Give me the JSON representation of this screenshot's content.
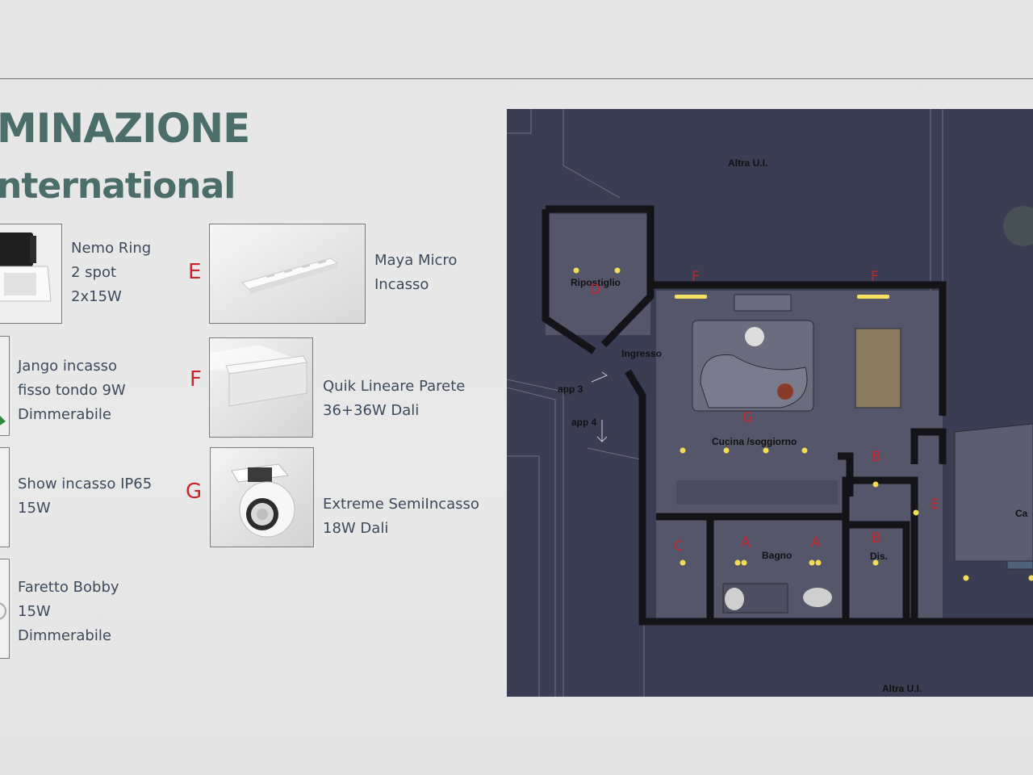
{
  "header": {
    "title_line1": "MINAZIONE",
    "title_line2": "nternational"
  },
  "products": [
    {
      "id": "nemo",
      "lines": [
        "Nemo Ring",
        "2 spot",
        "2x15W"
      ],
      "icon": "recessed-square-spot-icon"
    },
    {
      "id": "jango",
      "lines": [
        "Jango incasso",
        "fisso tondo 9W",
        "Dimmerabile"
      ],
      "icon": "round-recessed-icon"
    },
    {
      "id": "show",
      "lines": [
        "Show incasso IP65",
        "15W"
      ],
      "icon": "recessed-ip65-icon"
    },
    {
      "id": "bobby",
      "lines": [
        "Faretto Bobby",
        "15W",
        "Dimmerabile"
      ],
      "icon": "spotlight-icon"
    },
    {
      "id": "maya",
      "letter": "E",
      "lines": [
        "Maya Micro",
        "Incasso"
      ],
      "icon": "step-light-icon"
    },
    {
      "id": "quik",
      "letter": "F",
      "lines": [
        "Quik Lineare Parete",
        "36+36W Dali"
      ],
      "icon": "linear-wall-light-icon"
    },
    {
      "id": "extreme",
      "letter": "G",
      "lines": [
        "Extreme SemiIncasso",
        "18W Dali"
      ],
      "icon": "semi-recessed-spot-icon"
    }
  ],
  "plan": {
    "labels": {
      "altra_top": "Altra U.I.",
      "altra_bottom": "Altra U.I.",
      "ripostiglio": "Ripostiglio",
      "ingresso": "Ingresso",
      "app3": "app 3",
      "app4": "app 4",
      "cucina": "Cucina /soggiorno",
      "bagno": "Bagno",
      "dis": "Dis.",
      "camera": "Ca"
    },
    "markers": {
      "d": "D",
      "f1": "F",
      "f2": "F",
      "g": "G",
      "b1": "B",
      "b2": "B",
      "e": "E",
      "c": "C",
      "a1": "A",
      "a2": "A"
    }
  },
  "colors": {
    "title": "#4b6e6b",
    "label": "#3c4a5c",
    "marker": "#c4262c",
    "plan_bg": "#3b3d52",
    "lamp": "#f2dc55"
  }
}
